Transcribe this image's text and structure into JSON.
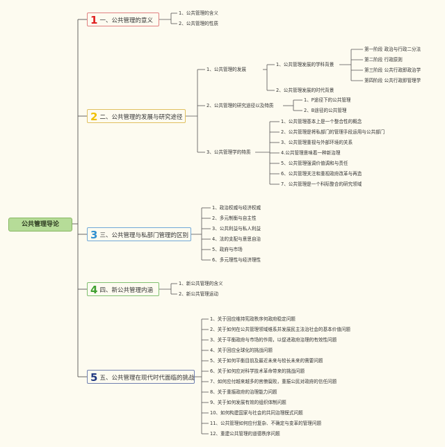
{
  "root": {
    "label": "公共管理导论"
  },
  "branches": [
    {
      "number": "1",
      "label": "一、公共管理的意义",
      "color": "#e02020",
      "items": [
        "1、公共管理的含义",
        "2、公共管理的性质"
      ]
    },
    {
      "number": "2",
      "label": "二、公共管理的发展与研究途径",
      "color": "#f0c000",
      "items": [
        {
          "label": "1、公共管理的发展",
          "children": [
            {
              "label": "1、公共管理发展的学科背景",
              "children": [
                "第一阶段 政治与行政二分法",
                "第二阶段 行政原则",
                "第三阶段 公共行政即政治学",
                "第四阶段 公共行政即管理学"
              ]
            },
            {
              "label": "2、公共管理发展的时代背景"
            }
          ]
        },
        {
          "label": "2、公共管理的研究途径以及特质",
          "children": [
            "1、P途径下的公共管理",
            "2、B途径的公共管理"
          ]
        },
        {
          "label": "3、公共管理学的特质",
          "children": [
            "1、公共管理基本上是一个整合性的概念",
            "2、公共管理是将私部门的管理手段运用与公共部门",
            "3、公共管理重视与外部环境的关系",
            "4.公共管理意味着一种新治理",
            "5、公共管理强调价值调和与责任",
            "6、公共管理关注和重视政府改革与再造",
            "7、公共管理是一个科际整合的研究领域"
          ]
        }
      ]
    },
    {
      "number": "3",
      "label": "三、公共管理与私部门管理的区别",
      "color": "#3090d0",
      "items": [
        "1、政治权威与经济权威",
        "2、多元制衡与自主性",
        "3、公共利益与私人利益",
        "4、法的支配与意思自治",
        "5、政府与市场",
        "6、多元理性与经济理性"
      ]
    },
    {
      "number": "4",
      "label": "四、新公共管理内涵",
      "color": "#40a030",
      "items": [
        "1、新公共管理的含义",
        "2、新公共管理运动"
      ]
    },
    {
      "number": "5",
      "label": "五、公共管理在现代时代面临的挑战",
      "color": "#203880",
      "items": [
        "1、关于回应维持宪政秩序何政府稳定问题",
        "2、关于如何在公共管理领域维系并发展民主法治社会的基本价值问题",
        "3、关于平衡政府与市场的作用，以促进政府治理的有效性问题",
        "4、关于回应全球化的挑战问题",
        "5、关于如何平衡目前及最近未来与较长未来的需要问题",
        "6、关于如何应对科学技术革命带来的挑战问题",
        "7、如何应付越来越多的官僚腐败，重振公民对政府的信任问题",
        "8、关于重振政府的治理能力问题",
        "9、关于如何发展有效的组织体制问题",
        "10、如何构建国家与社会的共同治理模式问题",
        "11、公共管理如何应付复杂、不确定与变革的管理问题",
        "12、重建公共管理的道德秩序问题"
      ]
    }
  ]
}
